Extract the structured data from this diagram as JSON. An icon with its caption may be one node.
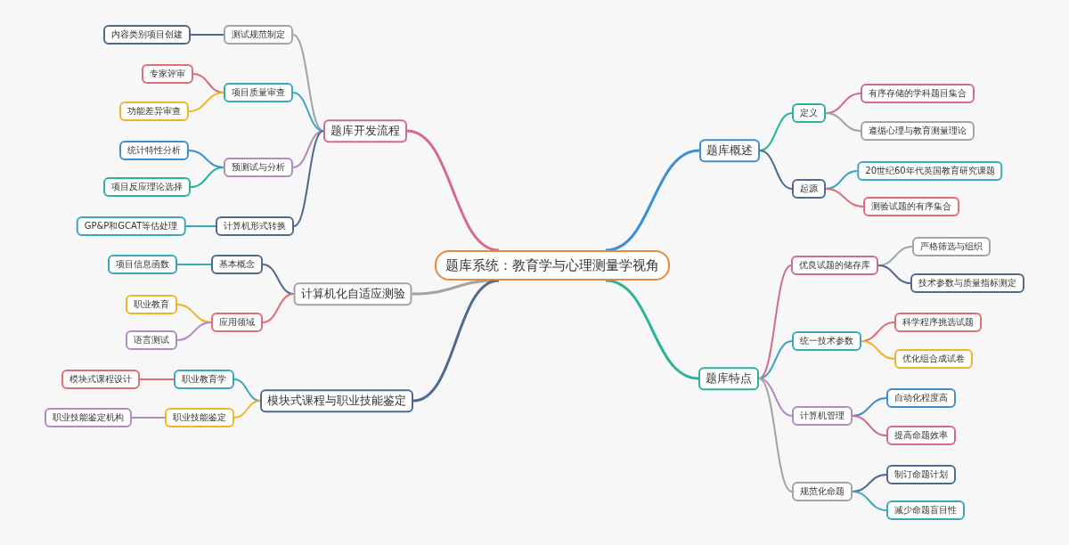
{
  "diagram": {
    "nodes": [
      {
        "text": [
          "题库系统：教育学与心理测量学视角"
        ]
      },
      {
        "text": [
          "题库开发流程"
        ]
      },
      {
        "text": [
          "测试规范制定"
        ]
      },
      {
        "text": [
          "内容类别项目创建"
        ]
      },
      {
        "text": [
          "项目质量审查"
        ]
      },
      {
        "text": [
          "专家评审"
        ]
      },
      {
        "text": [
          "功能差异审查"
        ]
      },
      {
        "text": [
          "预测试与分析"
        ]
      },
      {
        "text": [
          "统计特性分析"
        ]
      },
      {
        "text": [
          "项目反应理论选择"
        ]
      },
      {
        "text": [
          "计算机形式转换"
        ]
      },
      {
        "text": [
          "GP&P和GCAT等估处理"
        ]
      },
      {
        "text": [
          "计算机化自适应测验"
        ]
      },
      {
        "text": [
          "基本概念"
        ]
      },
      {
        "text": [
          "项目信息函数"
        ]
      },
      {
        "text": [
          "应用领域"
        ]
      },
      {
        "text": [
          "职业教育"
        ]
      },
      {
        "text": [
          "语言测试"
        ]
      },
      {
        "text": [
          "模块式课程与职业技能鉴定"
        ]
      },
      {
        "text": [
          "职业教育学"
        ]
      },
      {
        "text": [
          "模块式课程设计"
        ]
      },
      {
        "text": [
          "职业技能鉴定"
        ]
      },
      {
        "text": [
          "职业技能鉴定机构"
        ]
      },
      {
        "text": [
          "题库概述"
        ]
      },
      {
        "text": [
          "定义"
        ]
      },
      {
        "text": [
          "有序存储的学科题目集合"
        ]
      },
      {
        "text": [
          "遵循心理与教育测量理论"
        ]
      },
      {
        "text": [
          "起源"
        ]
      },
      {
        "text": [
          "20世纪60年代英国教育研究课题"
        ]
      },
      {
        "text": [
          "测验试题的有序集合"
        ]
      },
      {
        "text": [
          "题库特点"
        ]
      },
      {
        "text": [
          "优良试题的储存库"
        ]
      },
      {
        "text": [
          "严格筛选与组织"
        ]
      },
      {
        "text": [
          "技术参数与质量指标测定"
        ]
      },
      {
        "text": [
          "统一技术参数"
        ]
      },
      {
        "text": [
          "科学程序挑选试题"
        ]
      },
      {
        "text": [
          "优化组合成试卷"
        ]
      },
      {
        "text": [
          "计算机管理"
        ]
      },
      {
        "text": [
          "自动化程度高"
        ]
      },
      {
        "text": [
          "提高命题效率"
        ]
      },
      {
        "text": [
          "规范化命题"
        ]
      },
      {
        "text": [
          "制订命题计划"
        ]
      },
      {
        "text": [
          "减少命题盲目性"
        ]
      }
    ],
    "edges": [
      {
        "from": 0,
        "to": 1,
        "arrow": "none",
        "color": "#d4698f"
      },
      {
        "from": 1,
        "to": 2,
        "arrow": "none",
        "color": "#a0a4a6"
      },
      {
        "from": 2,
        "to": 3,
        "arrow": "none",
        "color": "#4f6a8a"
      },
      {
        "from": 1,
        "to": 4,
        "arrow": "none",
        "color": "#3aa6c0"
      },
      {
        "from": 4,
        "to": 5,
        "arrow": "none",
        "color": "#e06c75"
      },
      {
        "from": 4,
        "to": 6,
        "arrow": "none",
        "color": "#f0b429"
      },
      {
        "from": 1,
        "to": 7,
        "arrow": "none",
        "color": "#b08cc0"
      },
      {
        "from": 7,
        "to": 8,
        "arrow": "none",
        "color": "#3c8fd4"
      },
      {
        "from": 7,
        "to": 9,
        "arrow": "none",
        "color": "#2bb39a"
      },
      {
        "from": 1,
        "to": 10,
        "arrow": "none",
        "color": "#4f6a8a"
      },
      {
        "from": 10,
        "to": 11,
        "arrow": "none",
        "color": "#3aa6c0"
      },
      {
        "from": 0,
        "to": 12,
        "arrow": "none",
        "color": "#a0a4a6"
      },
      {
        "from": 12,
        "to": 13,
        "arrow": "none",
        "color": "#4f6a8a"
      },
      {
        "from": 13,
        "to": 14,
        "arrow": "none",
        "color": "#3aa6c0"
      },
      {
        "from": 12,
        "to": 15,
        "arrow": "none",
        "color": "#e06c75"
      },
      {
        "from": 15,
        "to": 16,
        "arrow": "none",
        "color": "#f0b429"
      },
      {
        "from": 15,
        "to": 17,
        "arrow": "none",
        "color": "#b08cc0"
      },
      {
        "from": 0,
        "to": 18,
        "arrow": "none",
        "color": "#4f6a8a"
      },
      {
        "from": 18,
        "to": 19,
        "arrow": "none",
        "color": "#3aa6c0"
      },
      {
        "from": 19,
        "to": 20,
        "arrow": "none",
        "color": "#e06c75"
      },
      {
        "from": 18,
        "to": 21,
        "arrow": "none",
        "color": "#f0b429"
      },
      {
        "from": 21,
        "to": 22,
        "arrow": "none",
        "color": "#b08cc0"
      },
      {
        "from": 0,
        "to": 23,
        "arrow": "none",
        "color": "#3c8fd4"
      },
      {
        "from": 23,
        "to": 24,
        "arrow": "none",
        "color": "#2bb39a"
      },
      {
        "from": 24,
        "to": 25,
        "arrow": "none",
        "color": "#d4698f"
      },
      {
        "from": 24,
        "to": 26,
        "arrow": "none",
        "color": "#a0a4a6"
      },
      {
        "from": 23,
        "to": 27,
        "arrow": "none",
        "color": "#4f6a8a"
      },
      {
        "from": 27,
        "to": 28,
        "arrow": "none",
        "color": "#3aa6c0"
      },
      {
        "from": 27,
        "to": 29,
        "arrow": "none",
        "color": "#e06c75"
      },
      {
        "from": 0,
        "to": 30,
        "arrow": "none",
        "color": "#2bb39a"
      },
      {
        "from": 30,
        "to": 31,
        "arrow": "none",
        "color": "#d4698f"
      },
      {
        "from": 31,
        "to": 32,
        "arrow": "none",
        "color": "#a0a4a6"
      },
      {
        "from": 31,
        "to": 33,
        "arrow": "none",
        "color": "#4f6a8a"
      },
      {
        "from": 30,
        "to": 34,
        "arrow": "none",
        "color": "#3aa6c0"
      },
      {
        "from": 34,
        "to": 35,
        "arrow": "none",
        "color": "#e06c75"
      },
      {
        "from": 34,
        "to": 36,
        "arrow": "none",
        "color": "#f0b429"
      },
      {
        "from": 30,
        "to": 37,
        "arrow": "none",
        "color": "#b08cc0"
      },
      {
        "from": 37,
        "to": 38,
        "arrow": "none",
        "color": "#3c8fd4"
      },
      {
        "from": 37,
        "to": 39,
        "arrow": "none",
        "color": "#d4698f"
      },
      {
        "from": 30,
        "to": 40,
        "arrow": "none",
        "color": "#a0a4a6"
      },
      {
        "from": 40,
        "to": 41,
        "arrow": "none",
        "color": "#4f6a8a"
      },
      {
        "from": 40,
        "to": 42,
        "arrow": "none",
        "color": "#3aa6c0"
      }
    ]
  }
}
